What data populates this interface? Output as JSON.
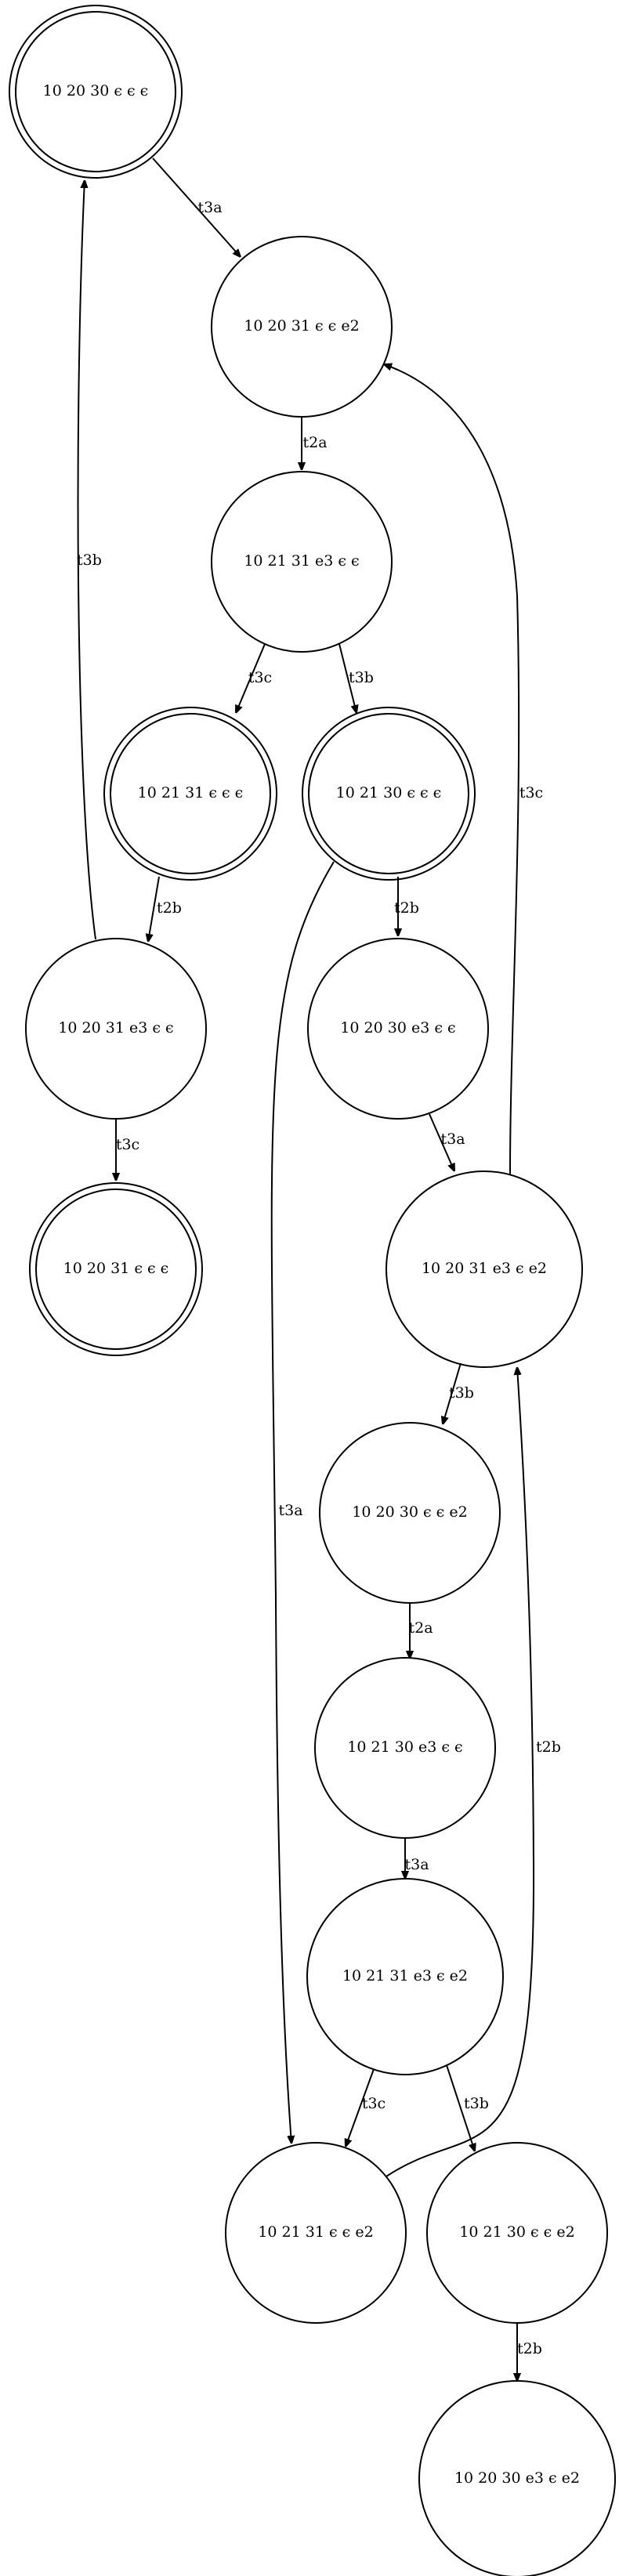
{
  "nodes": [
    {
      "id": "n1",
      "label": "10 20 30  ϵ ϵ ϵ",
      "accepting": true
    },
    {
      "id": "n2",
      "label": "10 20 31  ϵ ϵ e2",
      "accepting": false
    },
    {
      "id": "n3",
      "label": "10 21 31  e3 ϵ ϵ",
      "accepting": false
    },
    {
      "id": "n4",
      "label": "10 21 31  ϵ ϵ ϵ",
      "accepting": true
    },
    {
      "id": "n5",
      "label": "10 21 30  ϵ ϵ ϵ",
      "accepting": true
    },
    {
      "id": "n6",
      "label": "10 20 31  e3 ϵ ϵ",
      "accepting": false
    },
    {
      "id": "n7",
      "label": "10 20 30  e3 ϵ ϵ",
      "accepting": false
    },
    {
      "id": "n8",
      "label": "10 20 31  ϵ ϵ ϵ",
      "accepting": true
    },
    {
      "id": "n9",
      "label": "10 20 31  e3 ϵ e2",
      "accepting": false
    },
    {
      "id": "n10",
      "label": "10 20 30  ϵ ϵ e2",
      "accepting": false
    },
    {
      "id": "n11",
      "label": "10 21 30  e3 ϵ ϵ",
      "accepting": false
    },
    {
      "id": "n12",
      "label": "10 21 31  e3 ϵ e2",
      "accepting": false
    },
    {
      "id": "n13",
      "label": "10 21 31  ϵ ϵ e2",
      "accepting": false
    },
    {
      "id": "n14",
      "label": "10 21 30  ϵ ϵ e2",
      "accepting": false
    },
    {
      "id": "n15",
      "label": "10 20 30  e3 ϵ e2",
      "accepting": false
    }
  ],
  "edges": [
    {
      "from": "n1",
      "to": "n2",
      "label": "t3a"
    },
    {
      "from": "n2",
      "to": "n3",
      "label": "t2a"
    },
    {
      "from": "n3",
      "to": "n4",
      "label": "t3c"
    },
    {
      "from": "n3",
      "to": "n5",
      "label": "t3b"
    },
    {
      "from": "n4",
      "to": "n6",
      "label": "t2b"
    },
    {
      "from": "n6",
      "to": "n1",
      "label": "t3b"
    },
    {
      "from": "n6",
      "to": "n8",
      "label": "t3c"
    },
    {
      "from": "n5",
      "to": "n7",
      "label": "t2b"
    },
    {
      "from": "n5",
      "to": "n13",
      "label": "t3a"
    },
    {
      "from": "n7",
      "to": "n9",
      "label": "t3a"
    },
    {
      "from": "n9",
      "to": "n2",
      "label": "t3c"
    },
    {
      "from": "n9",
      "to": "n10",
      "label": "t3b"
    },
    {
      "from": "n10",
      "to": "n11",
      "label": "t2a"
    },
    {
      "from": "n11",
      "to": "n12",
      "label": "t3a"
    },
    {
      "from": "n12",
      "to": "n13",
      "label": "t3c"
    },
    {
      "from": "n12",
      "to": "n14",
      "label": "t3b"
    },
    {
      "from": "n13",
      "to": "n9",
      "label": "t2b"
    },
    {
      "from": "n14",
      "to": "n15",
      "label": "t2b"
    }
  ]
}
